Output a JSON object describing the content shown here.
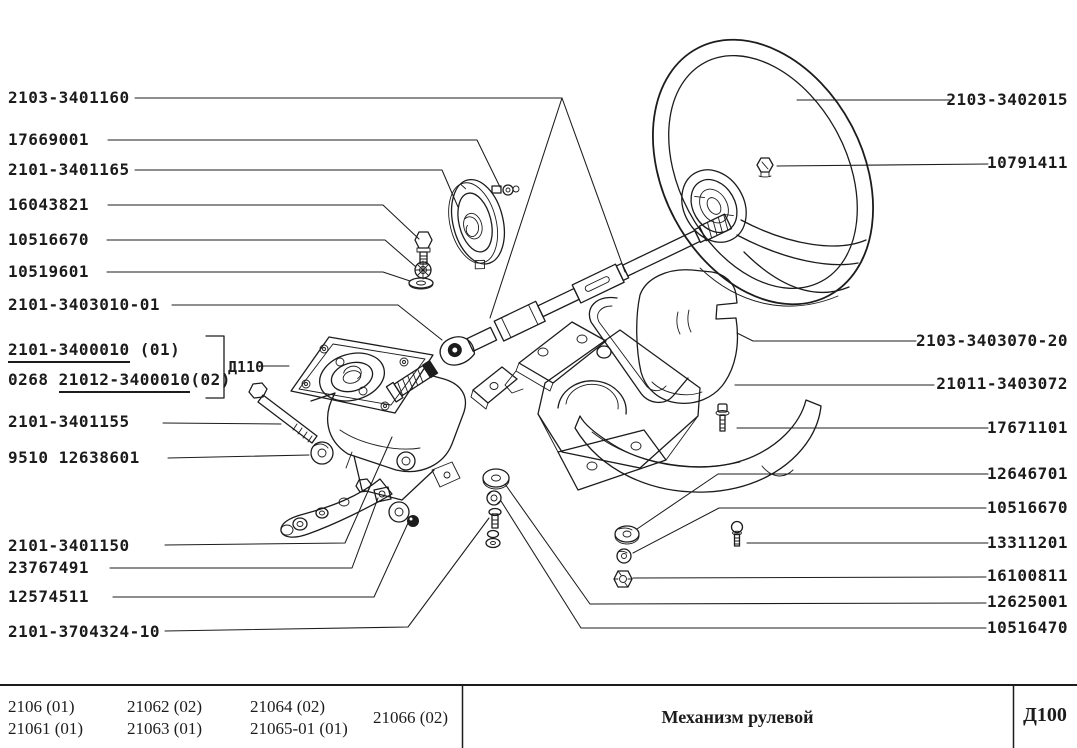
{
  "page": {
    "background": "#ffffff",
    "ink_color": "#1c1c1c"
  },
  "callouts": {
    "left": [
      "2103-3401160",
      "17669001",
      "2101-3401165",
      "16043821",
      "10516670",
      "10519601",
      "2101-3403010-01",
      "2101-3401155",
      "9510 12638601",
      "2101-3401150",
      "23767491",
      "12574511",
      "2101-3704324-10"
    ],
    "variant_group": {
      "line1_number": "2101-3400010",
      "line1_note": " (01)",
      "line2_prefix": "0268 ",
      "line2_number": "21012-3400010",
      "line2_note": "(02)",
      "detail_ref": "Д110"
    },
    "right": [
      "2103-3402015",
      "10791411",
      "2103-3403070-20",
      "21011-3403072",
      "17671101",
      "12646701",
      "10516670",
      "13311201",
      "16100811",
      "12625001",
      "10516470"
    ]
  },
  "title_block": {
    "models_col1_row1": "2106 (01)",
    "models_col1_row2": "21061 (01)",
    "models_col2_row1": "21062 (02)",
    "models_col2_row2": "21063 (01)",
    "models_col3_row1": "21064 (02)",
    "models_col3_row2": "21065-01 (01)",
    "models_col4": "21066 (02)",
    "title": "Механизм рулевой",
    "sheet_code": "Д100"
  }
}
